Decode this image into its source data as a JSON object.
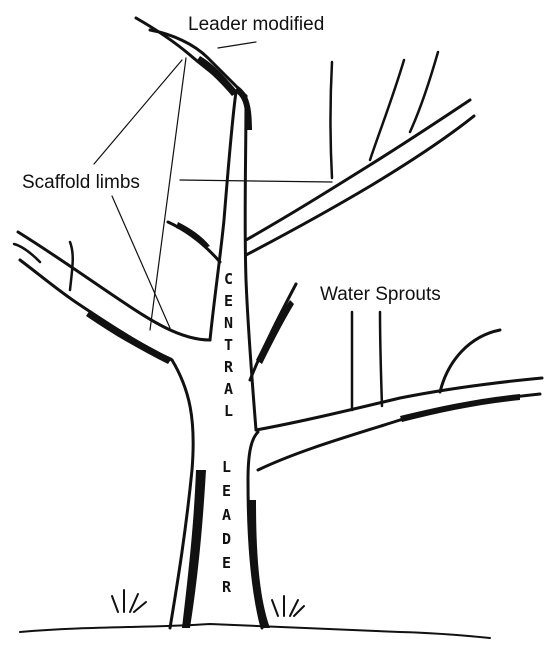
{
  "labels": {
    "leader_modified": "Leader modified",
    "scaffold_limbs": "Scaffold limbs",
    "water_sprouts": "Water Sprouts"
  },
  "trunk_text": {
    "central": [
      "C",
      "E",
      "N",
      "T",
      "R",
      "A",
      "L"
    ],
    "leader": [
      "L",
      "E",
      "A",
      "D",
      "E",
      "R"
    ]
  },
  "colors": {
    "ink": "#111111",
    "paper": "#ffffff"
  }
}
